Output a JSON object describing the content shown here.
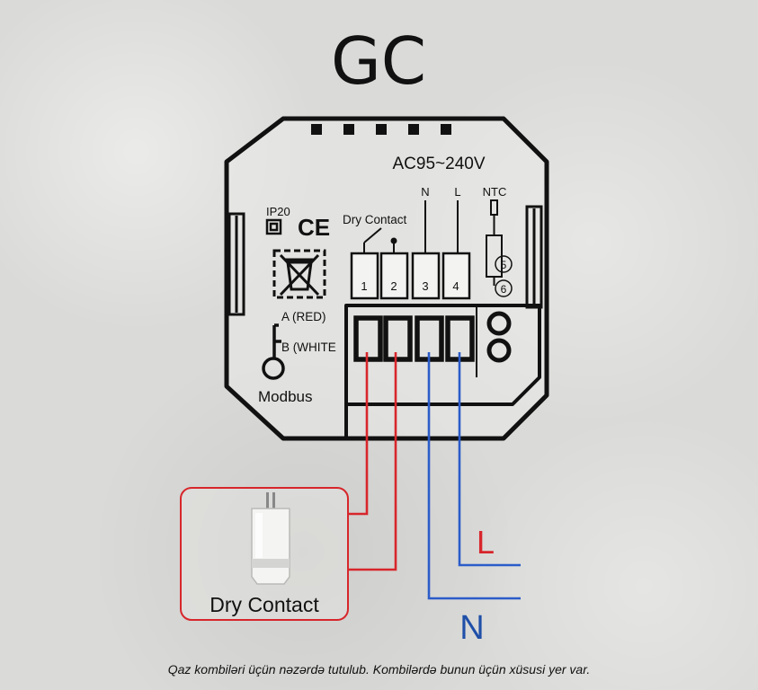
{
  "title": "GC",
  "device": {
    "voltage": "AC95~240V",
    "terminal_n": "N",
    "terminal_l": "L",
    "ntc": "NTC",
    "ip_rating": "IP20",
    "ce_mark": "CE",
    "dry_contact_label": "Dry Contact",
    "terminals": [
      "1",
      "2",
      "3",
      "4",
      "5",
      "6"
    ],
    "modbus_a": "A (RED)",
    "modbus_b": "B (WHITE",
    "modbus": "Modbus"
  },
  "external": {
    "dry_contact_box_label": "Dry Contact",
    "line_label": "L",
    "neutral_label": "N"
  },
  "colors": {
    "red_wire": "#d7262b",
    "blue_wire": "#2b5cc9",
    "l_text": "#d7262b",
    "n_text": "#1f4fa8"
  },
  "caption": "Qaz kombiləri üçün nəzərdə tutulub. Kombilərdə bunun üçün xüsusi yer var."
}
